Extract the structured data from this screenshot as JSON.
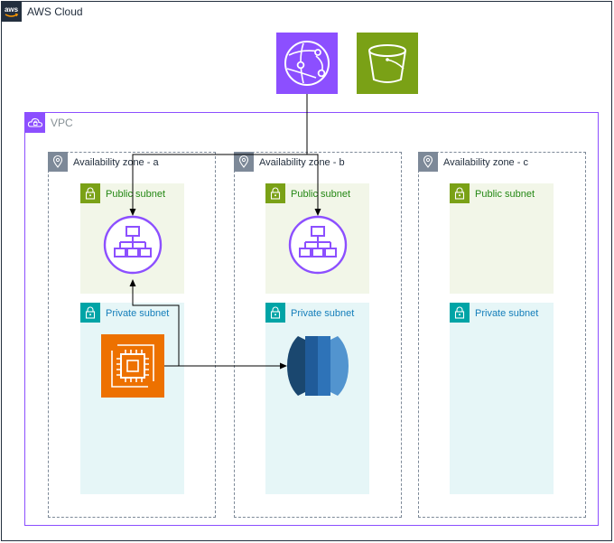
{
  "diagram": {
    "cloud_label": "AWS Cloud",
    "vpc_label": "VPC",
    "zones": [
      {
        "label": "Availability zone - a",
        "public_subnet": "Public subnet",
        "private_subnet": "Private subnet"
      },
      {
        "label": "Availability zone - b",
        "public_subnet": "Public subnet",
        "private_subnet": "Private subnet"
      },
      {
        "label": "Availability zone - c",
        "public_subnet": "Public subnet",
        "private_subnet": "Private subnet"
      }
    ],
    "icons": {
      "cloudfront": "cloudfront-icon",
      "s3": "s3-bucket-icon",
      "load_balancer": "elastic-load-balancer-icon",
      "ec2": "ec2-instance-icon",
      "rds": "rds-database-icon",
      "aws_logo": "aws-logo-icon",
      "vpc": "vpc-cloud-icon",
      "az": "location-pin-icon",
      "lock": "lock-icon"
    },
    "colors": {
      "cloudfront": "#8c4fff",
      "s3": "#7aa116",
      "elb": "#8c4fff",
      "ec2": "#ed7100",
      "rds_dark": "#1a476f",
      "rds_mid": "#2e73b8",
      "rds_light": "#5294cf",
      "public_subnet": "#248814",
      "private_subnet": "#147eba",
      "vpc": "#8c4fff",
      "cloud": "#232f3e"
    }
  }
}
